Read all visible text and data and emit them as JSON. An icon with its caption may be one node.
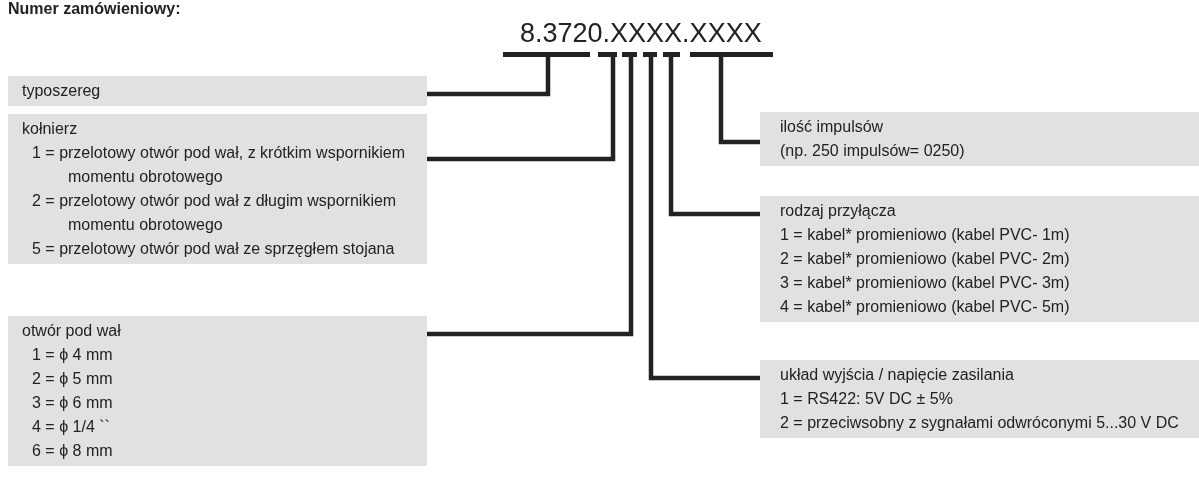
{
  "diagram": {
    "title": "Numer zamówieniowy:",
    "nodes": [
      {
        "text": [],
        "shape": "bar"
      },
      {
        "text": [],
        "shape": "bar"
      },
      {
        "text": [],
        "shape": "bar"
      },
      {
        "text": [],
        "shape": "bar"
      },
      {
        "text": [],
        "shape": "bar"
      },
      {
        "text": [],
        "shape": "bar"
      },
      {
        "text": [
          "typoszereg"
        ]
      },
      {
        "text": [
          "kołnierz",
          "1 = przelotowy otwór pod wał, z krótkim wspornikiem momentu obrotowego",
          "2 = przelotowy otwór pod wał z długim wspornikiem momentu obrotowego",
          "5 = przelotowy otwór pod wał ze sprzęgłem stojana"
        ]
      },
      {
        "text": [
          "otwór pod wał",
          "1 = ϕ 4 mm",
          "2 = ϕ 5 mm",
          "3 = ϕ 6 mm",
          "4 = ϕ 1/4 ``",
          "6 = ϕ 8 mm"
        ]
      },
      {
        "text": [
          "ilość impulsów",
          "(np. 250 impulsów= 0250)"
        ]
      },
      {
        "text": [
          "rodzaj przyłącza",
          "1 = kabel* promieniowo (kabel PVC- 1m)",
          "2 = kabel* promieniowo (kabel PVC- 2m)",
          "3 = kabel* promieniowo (kabel PVC- 3m)",
          "4 = kabel* promieniowo (kabel PVC- 5m)"
        ]
      },
      {
        "text": [
          "układ wyjścia / napięcie zasilania",
          "1 = RS422: 5V DC ± 5%",
          "2 = przeciwsobny z sygnałami odwróconymi 5...30 V DC"
        ]
      }
    ],
    "edges": [
      {
        "from": 6,
        "to": 0,
        "arrow": "none"
      },
      {
        "from": 7,
        "to": 1,
        "arrow": "none"
      },
      {
        "from": 8,
        "to": 2,
        "arrow": "none"
      },
      {
        "from": 11,
        "to": 3,
        "arrow": "none"
      },
      {
        "from": 10,
        "to": 4,
        "arrow": "none"
      },
      {
        "from": 9,
        "to": 5,
        "arrow": "none"
      }
    ],
    "labels": [
      "8.3720.XXXX.XXXX"
    ]
  }
}
